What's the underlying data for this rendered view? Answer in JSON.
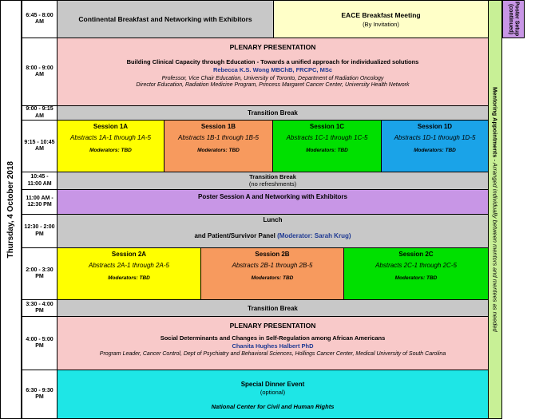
{
  "day_label": "Thursday, 4 October 2018",
  "rows": {
    "r1": {
      "time": "6:45 - 8:00 AM",
      "left": "Continental Breakfast and Networking with Exhibitors",
      "right_title": "EACE Breakfast Meeting",
      "right_sub": "(By Invitation)"
    },
    "r2": {
      "time": "8:00 - 9:00 AM",
      "heading": "PLENARY PRESENTATION",
      "title": "Building Clinical Capacity through Education - Towards a unified approach for individualized solutions",
      "speaker": "Rebecca K.S. Wong MBChB, FRCPC, MSc",
      "affil1": "Professor, Vice Chair Education, University of Toronto, Department of Radiation Oncology",
      "affil2": "Director Education, Radiation Medicine Program, Princess Margaret Cancer Center, University Health Network"
    },
    "r3": {
      "time": "9:00 - 9:15 AM",
      "label": "Transition Break"
    },
    "r4": {
      "time": "9:15 - 10:45 AM",
      "sessions": [
        {
          "title": "Session 1A",
          "abstracts": "Abstracts 1A-1 through 1A-5",
          "mods": "Moderators: TBD"
        },
        {
          "title": "Session 1B",
          "abstracts": "Abstracts 1B-1 through 1B-5",
          "mods": "Moderators: TBD"
        },
        {
          "title": "Session 1C",
          "abstracts": "Abstracts 1C-1 through 1C-5",
          "mods": "Moderators: TBD"
        },
        {
          "title": "Session 1D",
          "abstracts": "Abstracts 1D-1 through 1D-5",
          "mods": "Moderators: TBD"
        }
      ]
    },
    "r5": {
      "time": "10:45 - 11:00 AM",
      "label": "Transition Break",
      "sub": "(no refreshments)"
    },
    "r6": {
      "time": "11:00 AM - 12:30 PM",
      "label": "Poster Session A and Networking with Exhibitors"
    },
    "r7": {
      "time": "12:30 - 2:00 PM",
      "label": "Lunch",
      "sub_prefix": "and Patient/Survivor Panel ",
      "sub_blue": "(Moderator: Sarah Krug)"
    },
    "r8": {
      "time": "2:00 - 3:30 PM",
      "sessions": [
        {
          "title": "Session 2A",
          "abstracts": "Abstracts 2A-1 through 2A-5",
          "mods": "Moderators: TBD"
        },
        {
          "title": "Session 2B",
          "abstracts": "Abstracts 2B-1 through 2B-5",
          "mods": "Moderators: TBD"
        },
        {
          "title": "Session 2C",
          "abstracts": "Abstracts 2C-1 through 2C-5",
          "mods": "Moderators: TBD"
        }
      ]
    },
    "r9": {
      "time": "3:30 - 4:00 PM",
      "label": "Transition Break"
    },
    "r10": {
      "time": "4:00 - 5:00 PM",
      "heading": "PLENARY PRESENTATION",
      "title": "Social Determinants and Changes in Self-Regulation among African Americans",
      "speaker": "Chanita Hughes Halbert PhD",
      "affil": "Program Leader, Cancer Control, Dept of Psychiatry and Behavioral Sciences, Hollings Cancer Center, Medical University of South Carolina"
    },
    "r11": {
      "time": "6:30 - 9:30 PM",
      "heading": "Special Dinner Event",
      "sub": "(optional)",
      "note": "National Center for Civil and Human Rights"
    }
  },
  "mentoring": {
    "title": "Mentoring Appointments",
    "sub": " - Arranged individually between mentors and mentees as needed"
  },
  "poster_setup": "Poster Setup (continued)",
  "colors": {
    "gray": "#c8c8c8",
    "pink": "#f8c9c9",
    "yellow": "#ffff00",
    "orange": "#f79a5e",
    "green": "#00e000",
    "blue": "#1aa3e8",
    "purple": "#c896e6",
    "cyan": "#1ee6e6",
    "lime": "#c8f096"
  }
}
